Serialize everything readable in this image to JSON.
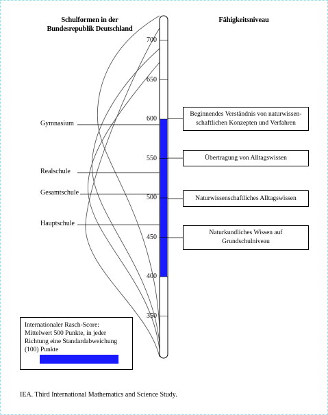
{
  "headings": {
    "left": "Schulformen in der Bundesrepublik Deutschland",
    "right": "Fähigkeitsniveau"
  },
  "scale": {
    "ticks": [
      {
        "value": 700,
        "label": "700"
      },
      {
        "value": 650,
        "label": "650"
      },
      {
        "value": 600,
        "label": "600"
      },
      {
        "value": 550,
        "label": "550"
      },
      {
        "value": 500,
        "label": "500"
      },
      {
        "value": 450,
        "label": "450"
      },
      {
        "value": 400,
        "label": "400"
      },
      {
        "value": 350,
        "label": "350"
      }
    ],
    "band": {
      "from": 400,
      "to": 600,
      "color": "#1a1aff"
    }
  },
  "school_types": [
    {
      "name": "Gymnasium",
      "score": 593
    },
    {
      "name": "Realschule",
      "score": 532
    },
    {
      "name": "Gesamtschule",
      "score": 505
    },
    {
      "name": "Hauptschule",
      "score": 466
    }
  ],
  "levels": [
    {
      "text": "Beginnendes Verständnis von naturwissen-schaftlichen Konzepten und Verfahren"
    },
    {
      "text": "Übertragung von Alltagswissen"
    },
    {
      "text": "Naturwissenschaftliches Alltagswissen"
    },
    {
      "text": "Naturkundliches Wissen auf Grundschulniveau"
    }
  ],
  "legend": {
    "text": "Internationaler Rasch-Score: Mittelwert 500 Punkte, in jeder Richtung eine Standardabweichung (100) Punkte",
    "bar_color": "#1a1aff"
  },
  "source": "IEA. Third International Mathematics and Science Study."
}
